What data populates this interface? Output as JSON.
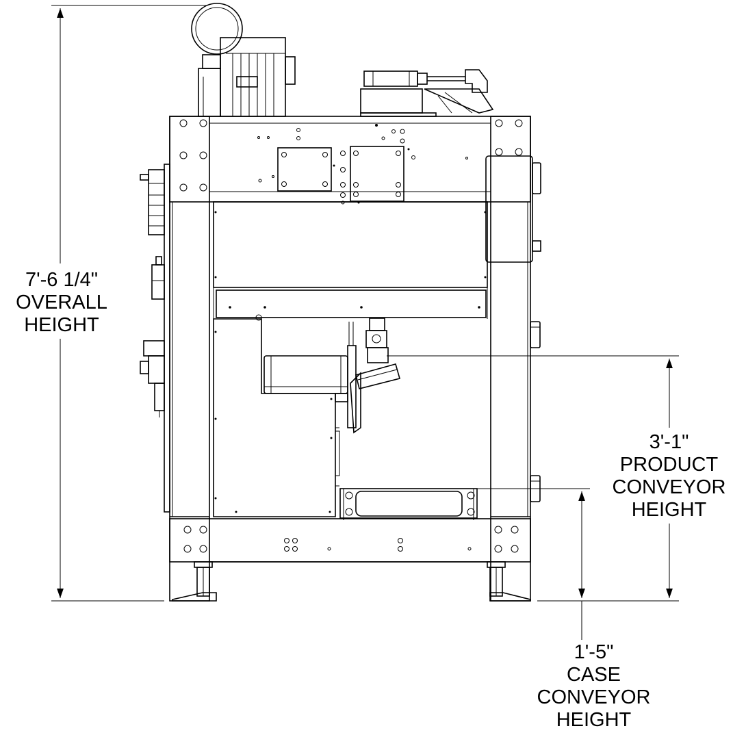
{
  "colors": {
    "line": "#000000",
    "background": "#ffffff"
  },
  "dimensions": {
    "overall": {
      "value": "7'-6 1/4\"",
      "label_1": "OVERALL",
      "label_2": "HEIGHT"
    },
    "product_conveyor": {
      "value": "3'-1\"",
      "label_1": "PRODUCT",
      "label_2": "CONVEYOR",
      "label_3": "HEIGHT"
    },
    "case_conveyor": {
      "value": "1'-5\"",
      "label_1": "CASE",
      "label_2": "CONVEYOR",
      "label_3": "HEIGHT"
    }
  }
}
